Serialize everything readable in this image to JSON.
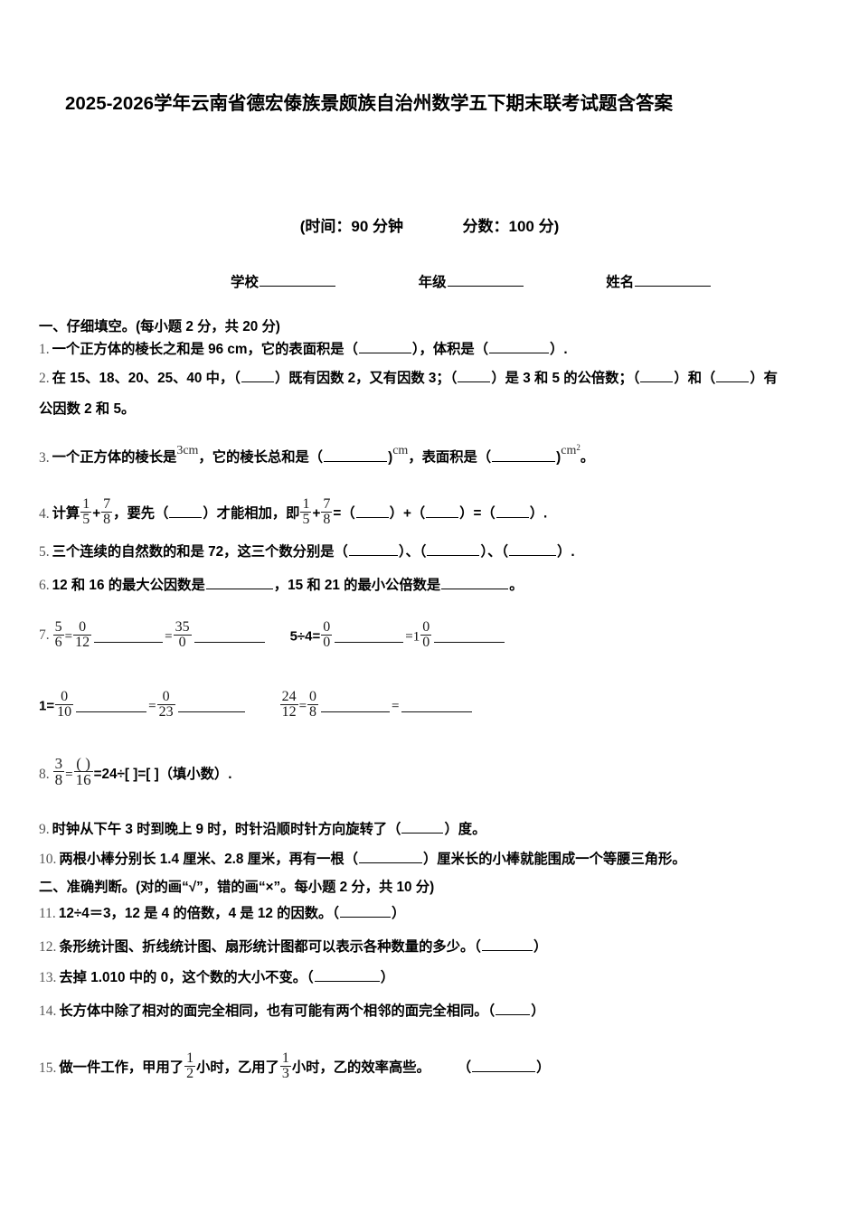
{
  "document": {
    "title": "2025-2026学年云南省德宏傣族景颇族自治州数学五下期末联考试题含答案",
    "exam_info": {
      "time_label": "(时间：90 分钟",
      "score_label": "分数：100 分)"
    },
    "student_fields": {
      "school": "学校",
      "grade": "年级",
      "name": "姓名"
    }
  },
  "sections": [
    {
      "heading": "一、仔细填空。(每小题 2 分，共 20 分)"
    },
    {
      "heading": "二、准确判断。(对的画“√”，错的画“×”。每小题 2 分，共 10 分)"
    }
  ],
  "questions": {
    "q1": {
      "num": "1.",
      "text_a": "一个正方体的棱长之和是 96 cm，它的表面积是（",
      "text_b": "），体积是（",
      "text_c": "）."
    },
    "q2": {
      "num": "2.",
      "text_a": "在 15、18、20、25、40 中，（",
      "text_b": "）既有因数 2，又有因数 3；（",
      "text_c": "）是 3 和 5 的公倍数；（",
      "text_d": "）和（",
      "text_e": "）有",
      "line2": "公因数 2 和 5。"
    },
    "q3": {
      "num": "3.",
      "text_a": "一个正方体的棱长是",
      "value": "3cm",
      "text_b": "，它的棱长总和是（",
      "unit1": "cm",
      "text_c": "，表面积是（",
      "unit2": "cm",
      "unit2_exp": "2",
      "text_d": "。"
    },
    "q4": {
      "num": "4.",
      "text_a": "计算",
      "f1_num": "1",
      "f1_den": "5",
      "plus": "+",
      "f2_num": "7",
      "f2_den": "8",
      "text_b": "，要先（",
      "text_c": "）才能相加，即",
      "f3_num": "1",
      "f3_den": "5",
      "f4_num": "7",
      "f4_den": "8",
      "text_d": "=（",
      "text_e": "）+（",
      "text_f": "）=（",
      "text_g": "）."
    },
    "q5": {
      "num": "5.",
      "text_a": "三个连续的自然数的和是 72，这三个数分别是（",
      "text_b": "）、（",
      "text_c": "）、（",
      "text_d": "）."
    },
    "q6": {
      "num": "6.",
      "text_a": "12 和 16 的最大公因数是",
      "text_b": "，15 和 21 的最小公倍数是",
      "text_c": "。"
    },
    "q7": {
      "num": "7.",
      "g1": {
        "f1_num": "5",
        "f1_den": "6",
        "eq1": "=",
        "f2_num": "0",
        "f2_den": "12",
        "eq2": "=",
        "f3_num": "35",
        "f3_den": "0"
      },
      "g2": {
        "lead": "5÷4=",
        "f1_num": "0",
        "f1_den": "0",
        "eq1": "=",
        "whole": "1",
        "f2_num": "0",
        "f2_den": "0"
      },
      "g3": {
        "lead": "1=",
        "f1_num": "0",
        "f1_den": "10",
        "eq1": "=",
        "f2_num": "0",
        "f2_den": "23"
      },
      "g4": {
        "f1_num": "24",
        "f1_den": "12",
        "eq1": "=",
        "f2_num": "0",
        "f2_den": "8",
        "eq2": "="
      }
    },
    "q8": {
      "num": "8.",
      "f1_num": "3",
      "f1_den": "8",
      "eq1": "=",
      "f2_num": "( )",
      "f2_den": "16",
      "text_a": "=24÷[ ]=[ ]（填小数）."
    },
    "q9": {
      "num": "9.",
      "text_a": "时钟从下午 3 时到晚上 9 时，时针沿顺时针方向旋转了（",
      "text_b": "）度。"
    },
    "q10": {
      "num": "10.",
      "text_a": "两根小棒分别长 1.4 厘米、2.8 厘米，再有一根（",
      "text_b": "）厘米长的小棒就能围成一个等腰三角形。"
    },
    "q11": {
      "num": "11.",
      "text_a": "12÷4＝3，12 是 4 的倍数，4 是 12 的因数。（",
      "text_b": "）"
    },
    "q12": {
      "num": "12.",
      "text_a": "条形统计图、折线统计图、扇形统计图都可以表示各种数量的多少。（",
      "text_b": "）"
    },
    "q13": {
      "num": "13.",
      "text_a": "去掉 1.010 中的 0，这个数的大小不变。（",
      "text_b": "）"
    },
    "q14": {
      "num": "14.",
      "text_a": "长方体中除了相对的面完全相同，也有可能有两个相邻的面完全相同。（",
      "text_b": "）"
    },
    "q15": {
      "num": "15.",
      "text_a": "做一件工作，甲用了",
      "f1_num": "1",
      "f1_den": "2",
      "text_b": "小时，乙用了",
      "f2_num": "1",
      "f2_den": "3",
      "text_c": "小时，乙的效率高些。",
      "text_d": "（",
      "text_e": "）"
    }
  }
}
